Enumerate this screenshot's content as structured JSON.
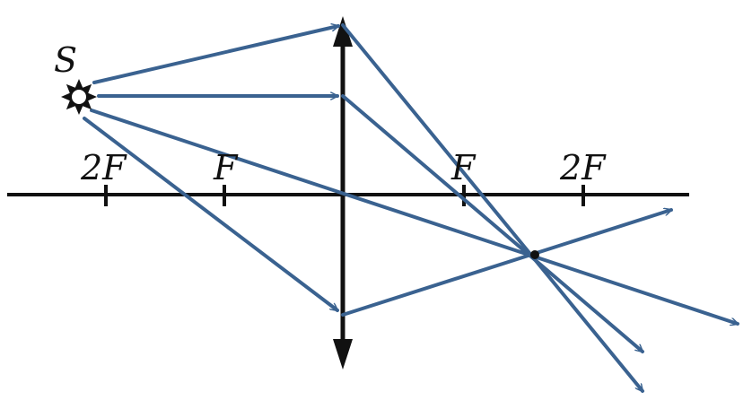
{
  "labels": {
    "source": "S",
    "left_2f": "2F",
    "left_f": "F",
    "right_f": "F",
    "right_2f": "2F"
  },
  "colors": {
    "ray": "#3a6290",
    "axis": "#111111",
    "background": "#ffffff"
  },
  "icons": {
    "source": "sun-icon",
    "lens": "converging-lens-icon"
  }
}
